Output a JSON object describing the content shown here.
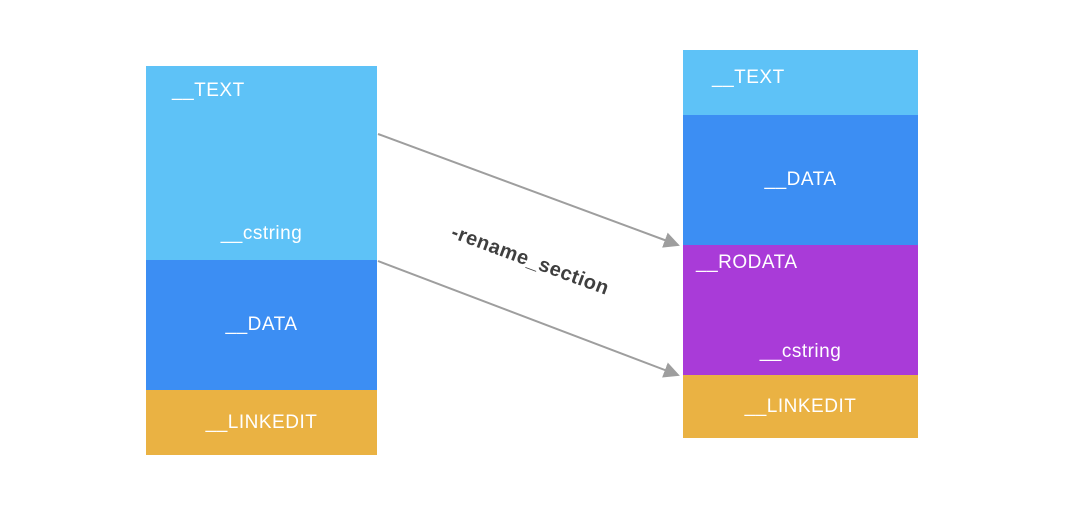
{
  "diagram": {
    "arrow_label": "-rename_section",
    "arrow_color": "#9e9e9e",
    "label_text_color": "#3f3f3f",
    "segment_text_color": "#ffffff",
    "background_color": "#ffffff",
    "left_column": {
      "segments": [
        {
          "label": "__TEXT",
          "sublabel": "__cstring",
          "color": "#5ec2f7"
        },
        {
          "label": "__DATA",
          "color": "#3c8ef3"
        },
        {
          "label": "__LINKEDIT",
          "color": "#eab243"
        }
      ]
    },
    "right_column": {
      "segments": [
        {
          "label": "__TEXT",
          "color": "#5ec2f7"
        },
        {
          "label": "__DATA",
          "color": "#3c8ef3"
        },
        {
          "label": "__RODATA",
          "sublabel": "__cstring",
          "color": "#a93bd8"
        },
        {
          "label": "__LINKEDIT",
          "color": "#eab243"
        }
      ]
    }
  }
}
